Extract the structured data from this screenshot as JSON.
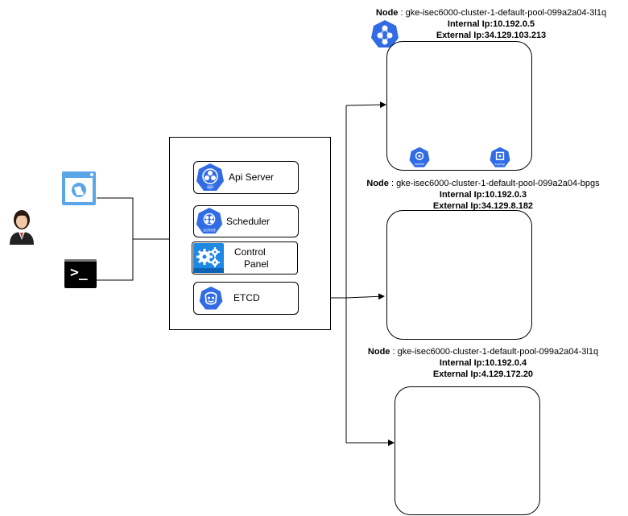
{
  "control_plane": {
    "components": [
      {
        "id": "api",
        "label": "Api Server",
        "icon": "k8s-api-icon",
        "icon_text": "api"
      },
      {
        "id": "sched",
        "label": "Scheduler",
        "icon": "k8s-sched-icon",
        "icon_text": "sched"
      },
      {
        "id": "cp",
        "label_line1": "Control",
        "label_line2": "Panel",
        "icon": "gears-icon"
      },
      {
        "id": "etcd",
        "label": "ETCD",
        "icon": "k8s-etcd-icon"
      }
    ]
  },
  "clients": {
    "user": {
      "icon": "user-avatar-icon"
    },
    "browser": {
      "icon": "web-browser-icon"
    },
    "terminal": {
      "icon": "terminal-icon",
      "text": ">_"
    }
  },
  "nodes": [
    {
      "key": "Node",
      "sep": " : ",
      "name": "gke-isec6000-cluster-1-default-pool-099a2a04-3l1q",
      "internal": "Internal Ip:10.192.0.5",
      "external": "External Ip:34.129.103.213",
      "pod_labels": [
        "kubelet",
        "k-proxy"
      ]
    },
    {
      "key": "Node",
      "sep": " : ",
      "name": "gke-isec6000-cluster-1-default-pool-099a2a04-bpgs",
      "internal": "Internal Ip:10.192.0.3",
      "external": "External Ip:34.129.8.182"
    },
    {
      "key": "Node",
      "sep": " : ",
      "name": "gke-isec6000-cluster-1-default-pool-099a2a04-3l1q",
      "internal": "Internal Ip:10.192.0.4",
      "external": "External Ip:4.129.172.20"
    }
  ],
  "colors": {
    "k8s_blue": "#326ce5",
    "gear_blue": "#1e88e5",
    "line": "#000000"
  }
}
